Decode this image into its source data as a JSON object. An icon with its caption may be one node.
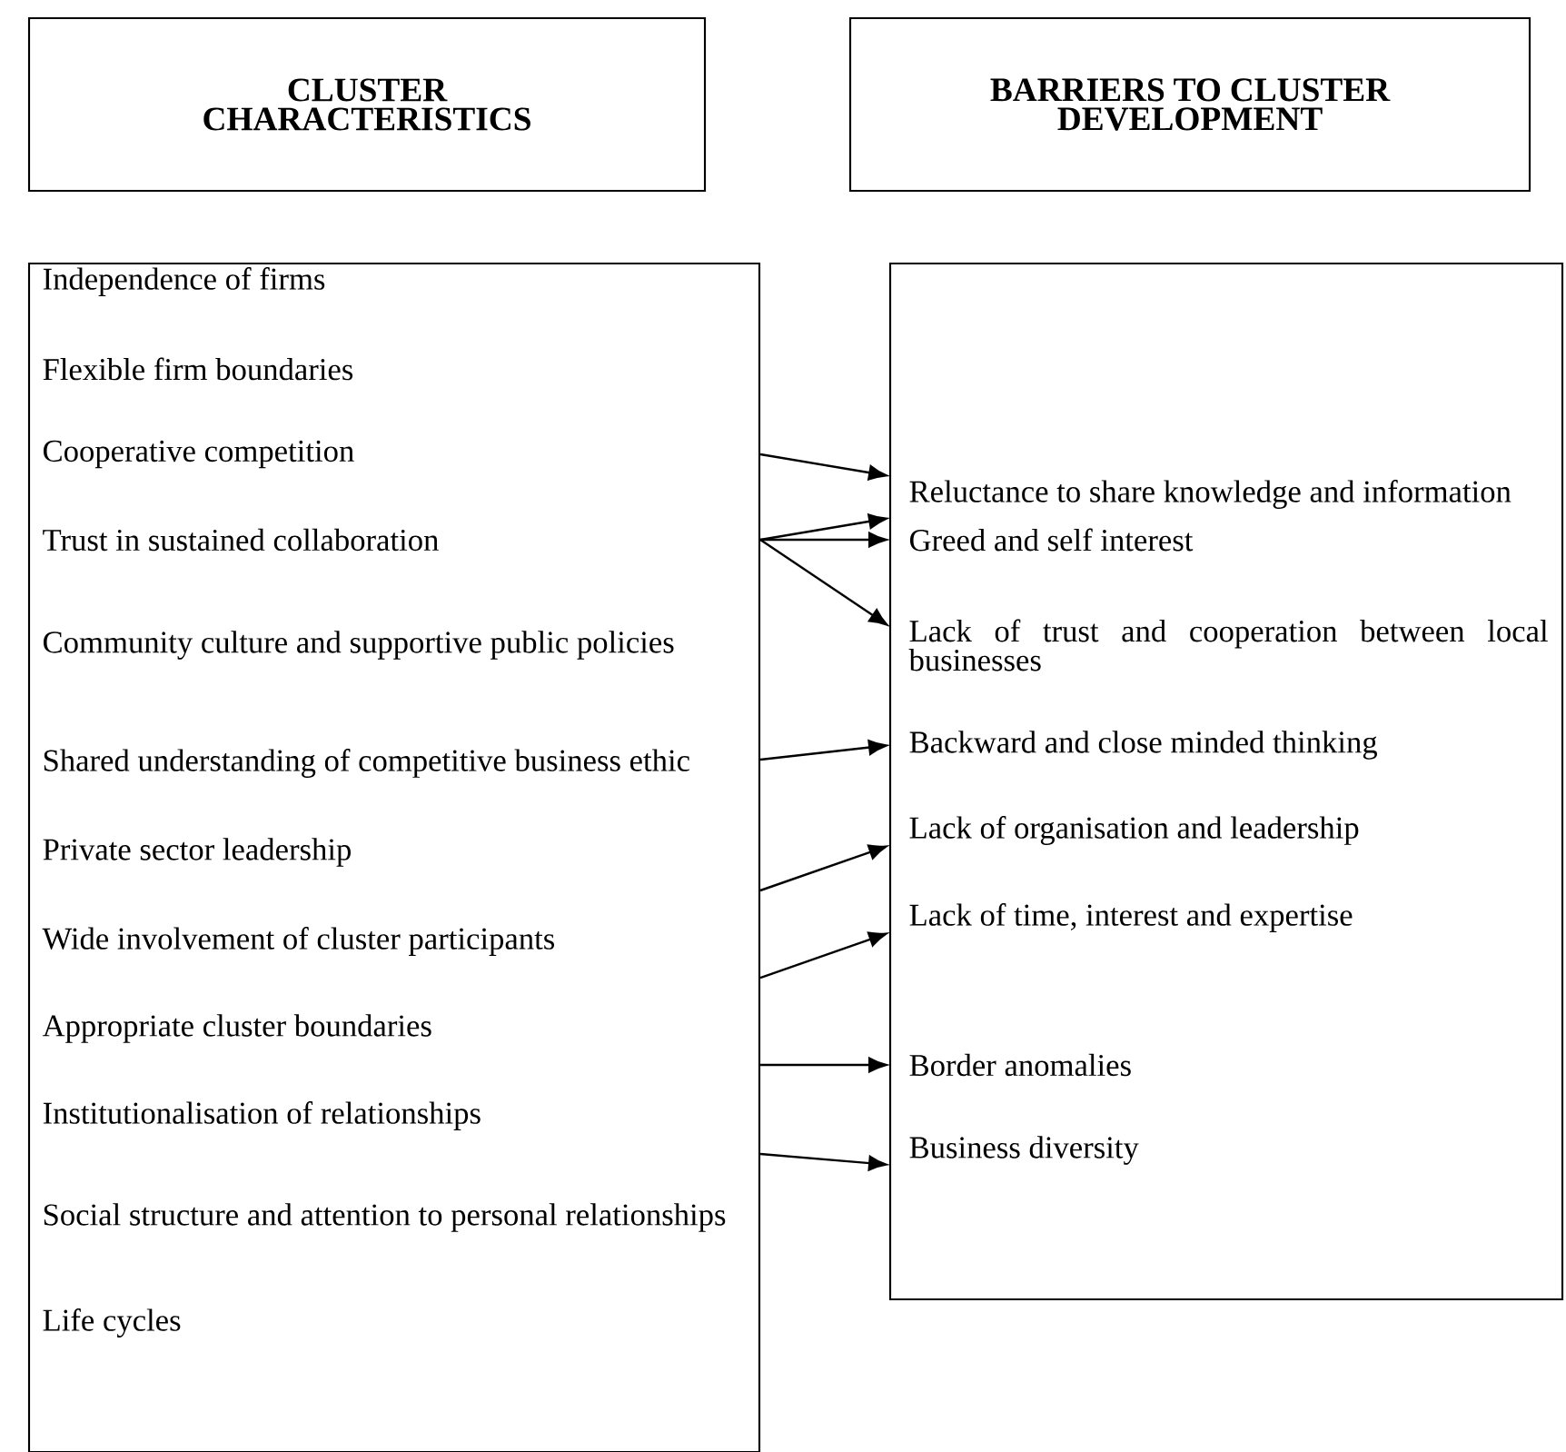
{
  "diagram": {
    "nodes": [
      {
        "text": [
          "CLUSTER CHARACTERISTICS"
        ]
      },
      {
        "text": [
          "BARRIERS TO CLUSTER DEVELOPMENT"
        ]
      },
      {
        "text": [],
        "shape": "box"
      },
      {
        "text": [
          "Independence of firms"
        ],
        "in": 2
      },
      {
        "text": [
          "Flexible firm boundaries"
        ],
        "in": 2
      },
      {
        "text": [
          "Cooperative competition"
        ],
        "in": 2
      },
      {
        "text": [
          "Trust in sustained collaboration"
        ],
        "in": 2
      },
      {
        "text": [
          "Community culture and supportive public policies"
        ],
        "in": 2
      },
      {
        "text": [
          "Shared understanding of competitive business ethic"
        ],
        "in": 2
      },
      {
        "text": [
          "Private sector leadership"
        ],
        "in": 2
      },
      {
        "text": [
          "Wide involvement of cluster participants"
        ],
        "in": 2
      },
      {
        "text": [
          "Appropriate cluster boundaries"
        ],
        "in": 2
      },
      {
        "text": [
          "Institutionalisation of relationships"
        ],
        "in": 2
      },
      {
        "text": [
          "Social structure and attention to personal relationships"
        ],
        "in": 2
      },
      {
        "text": [
          "Life cycles"
        ],
        "in": 2
      },
      {
        "text": [],
        "shape": "box"
      },
      {
        "text": [
          "Reluctance to share knowledge and information"
        ],
        "in": 15
      },
      {
        "text": [
          "Greed and self interest"
        ],
        "in": 15
      },
      {
        "text": [
          "Lack of trust and cooperation between local businesses"
        ],
        "in": 15
      },
      {
        "text": [
          "Backward and close minded thinking"
        ],
        "in": 15
      },
      {
        "text": [
          "Lack of organisation and leadership"
        ],
        "in": 15
      },
      {
        "text": [
          "Lack of time, interest and expertise"
        ],
        "in": 15
      },
      {
        "text": [
          "Border anomalies"
        ],
        "in": 15
      },
      {
        "text": [
          "Business diversity"
        ],
        "in": 15
      }
    ],
    "edges": [
      {
        "from": 2,
        "to": 16,
        "arrow": "to"
      },
      {
        "from": 2,
        "to": 16,
        "arrow": "to"
      },
      {
        "from": 2,
        "to": 17,
        "arrow": "to"
      },
      {
        "from": 2,
        "to": 18,
        "arrow": "to"
      },
      {
        "from": 2,
        "to": 19,
        "arrow": "to"
      },
      {
        "from": 2,
        "to": 20,
        "arrow": "to"
      },
      {
        "from": 2,
        "to": 21,
        "arrow": "to"
      },
      {
        "from": 2,
        "to": 22,
        "arrow": "to"
      },
      {
        "from": 2,
        "to": 23,
        "arrow": "to"
      }
    ]
  }
}
